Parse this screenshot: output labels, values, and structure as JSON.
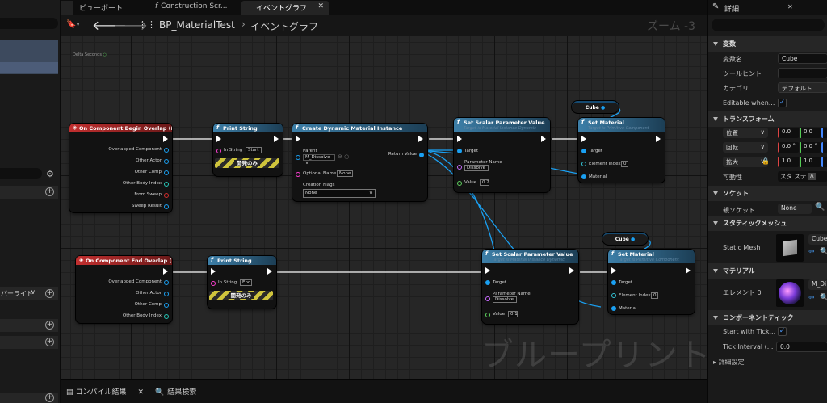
{
  "tabs": [
    {
      "label": "ビューポート",
      "active": false
    },
    {
      "label": "Construction Scr...",
      "active": false
    },
    {
      "label": "イベントグラフ",
      "active": true
    }
  ],
  "toolbar": {
    "blueprint": "BP_MaterialTest",
    "sep": "›",
    "graph": "イベントグラフ",
    "zoom": "ズーム -3"
  },
  "left": {
    "override_label": "バーライド"
  },
  "graph": {
    "watermark": "ブループリント",
    "delta_seconds": "Delta Seconds",
    "node1": {
      "title": "On Component Begin Overlap (Box)",
      "pins": [
        "Overlapped Component",
        "Other Actor",
        "Other Comp",
        "Other Body Index",
        "From Sweep",
        "Sweep Result"
      ]
    },
    "node2": {
      "title": "Print String",
      "in_string_label": "In String",
      "in_string_value": "Start",
      "dev": "開発のみ"
    },
    "node3": {
      "title": "Create Dynamic Material Instance",
      "parent_label": "Parent",
      "parent_value": "M_Dissolve",
      "return_label": "Return Value",
      "optional_label": "Optional Name",
      "optional_value": "None",
      "flags_label": "Creation Flags",
      "flags_value": "None"
    },
    "node4": {
      "title": "Set Scalar Parameter Value",
      "subtitle": "Target is Material Instance Dynamic",
      "target": "Target",
      "param_label": "Parameter Name",
      "param_value": "Dissolve",
      "value_label": "Value",
      "value": "0.2"
    },
    "node5": {
      "title": "Set Material",
      "subtitle": "Target is Primitive Component",
      "target": "Target",
      "index_label": "Element Index",
      "index_value": "0",
      "material": "Material"
    },
    "cube1": "Cube",
    "node6": {
      "title": "On Component End Overlap (Box)",
      "pins": [
        "Overlapped Component",
        "Other Actor",
        "Other Comp",
        "Other Body Index"
      ]
    },
    "node7": {
      "title": "Print String",
      "in_string_label": "In String",
      "in_string_value": "End",
      "dev": "開発のみ"
    },
    "node8": {
      "title": "Set Scalar Parameter Value",
      "subtitle": "Target is Material Instance Dynamic",
      "target": "Target",
      "param_label": "Parameter Name",
      "param_value": "Dissolve",
      "value_label": "Value",
      "value": "0.1"
    },
    "node9": {
      "title": "Set Material",
      "subtitle": "Target is Primitive Component",
      "target": "Target",
      "index_label": "Element Index",
      "index_value": "0",
      "material": "Material"
    },
    "cube2": "Cube"
  },
  "bottom": {
    "compile": "コンパイル結果",
    "search": "結果検索"
  },
  "details": {
    "title": "詳細",
    "variables_header": "変数",
    "var_name_label": "変数名",
    "var_name_value": "Cube",
    "tooltip_label": "ツールヒント",
    "tooltip_value": "",
    "category_label": "カテゴリ",
    "category_value": "デフォルト",
    "editable_label": "Editable when...",
    "transform_header": "トランスフォーム",
    "location_label": "位置",
    "location": [
      "0.0",
      "0.0"
    ],
    "rotation_label": "回転",
    "rotation": [
      "0.0 °",
      "0.0 °"
    ],
    "scale_label": "拡大",
    "scale": [
      "1.0",
      "1.0"
    ],
    "mobility_label": "可動性",
    "mobility": [
      "スタ",
      "ステ"
    ],
    "socket_header": "ソケット",
    "parent_socket_label": "親ソケット",
    "parent_socket_value": "None",
    "mesh_header": "スタティックメッシュ",
    "static_mesh_label": "Static Mesh",
    "static_mesh_value": "Cube",
    "material_header": "マテリアル",
    "element_label": "エレメント 0",
    "element_value": "M_Di",
    "tick_header": "コンポーネントティック",
    "start_tick_label": "Start with Tick...",
    "tick_interval_label": "Tick Interval (...",
    "tick_interval_value": "0.0",
    "advanced_label": "詳細設定"
  },
  "colors": {
    "event": "#c22f2f",
    "function": "#3d7fa8",
    "object_pin": "#1aa0f2",
    "accent": "#4d9cff"
  }
}
